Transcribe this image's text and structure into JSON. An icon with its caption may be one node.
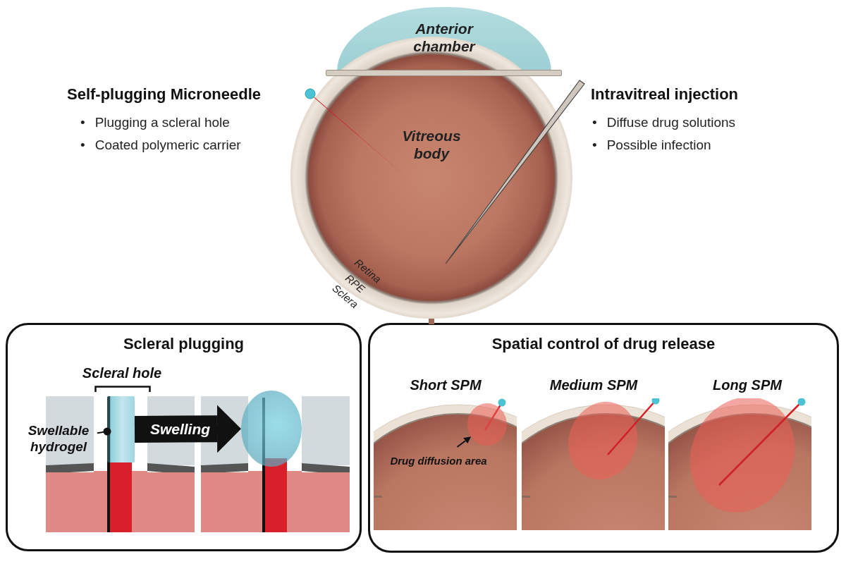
{
  "diagram": {
    "nodes": [
      {
        "text": [
          "Anterior chamber"
        ]
      },
      {
        "text": [
          "Vitreous body"
        ]
      },
      {
        "text": [
          "Scleral plugging"
        ]
      },
      {
        "text": [
          "Swellable hydrogel"
        ],
        "in": 2
      },
      {
        "text": [],
        "shape": "bar",
        "in": 2
      },
      {
        "text": [],
        "shape": "circle",
        "in": 2
      },
      {
        "text": [
          "Spatial control of drug release"
        ]
      },
      {
        "text": [
          "Drug diffusion area"
        ],
        "in": 6
      },
      {
        "text": [],
        "shape": "circle",
        "in": 6
      }
    ],
    "edges": [
      {
        "from": 3,
        "to": 4,
        "arrow": "other"
      },
      {
        "from": 4,
        "to": 5,
        "arrow": "to",
        "label": "Swelling",
        "style": "thick"
      },
      {
        "from": 7,
        "to": 8,
        "arrow": "to"
      }
    ],
    "labels": [
      "Self-plugging Microneedle",
      "•",
      "Plugging a scleral hole",
      "•",
      "Coated polymeric carrier",
      "Intravitreal injection",
      "•",
      "Diffuse drug solutions",
      "•",
      "Possible infection",
      "Retina",
      "RPE",
      "Sclera",
      "Scleral hole",
      "Short SPM",
      "Medium SPM",
      "Long SPM"
    ]
  }
}
